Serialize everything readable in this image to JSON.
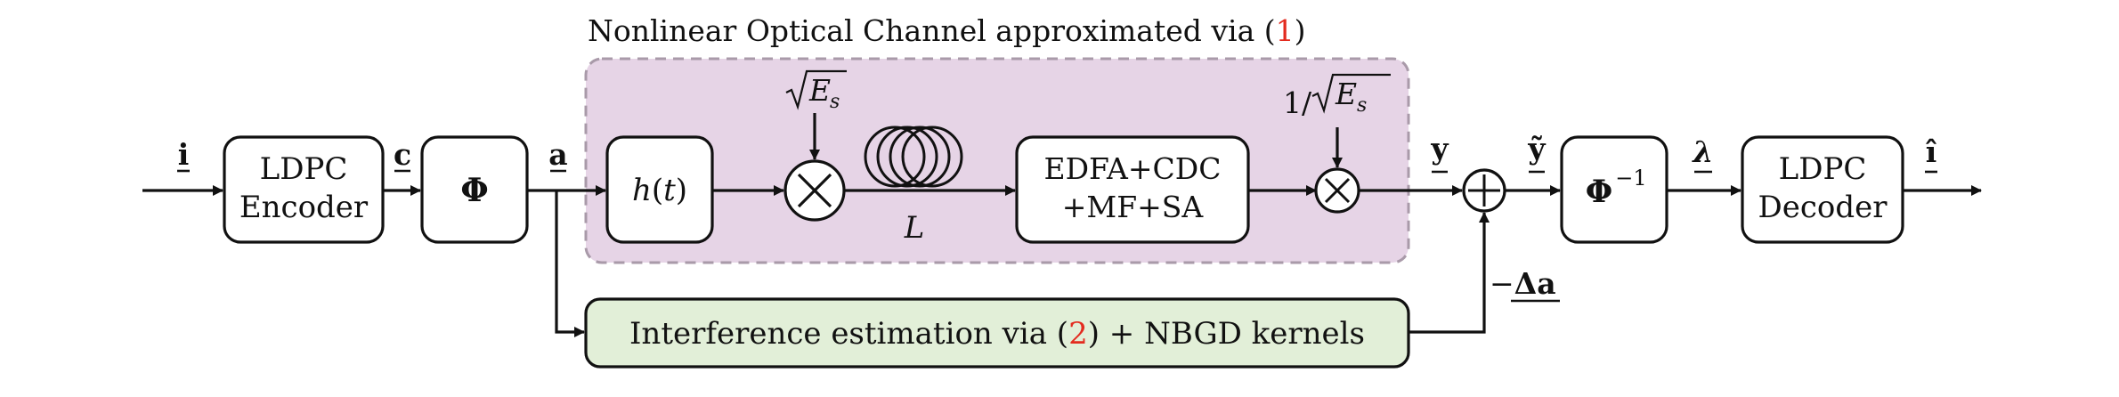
{
  "channel": {
    "title_prefix": "Nonlinear Optical Channel approximated via (",
    "title_ref": "1",
    "title_suffix": ")",
    "fill": "#e6d4e6",
    "border": "#a99aa9"
  },
  "blocks": {
    "encoder": {
      "line1": "LDPC",
      "line2": "Encoder"
    },
    "mapper": {
      "label": "Φ"
    },
    "pulse": {
      "label_fn": "h",
      "label_arg": "t"
    },
    "fiber": {
      "label": "L"
    },
    "edfa": {
      "line1": "EDFA+CDC",
      "line2": "+MF+SA"
    },
    "demapper": {
      "label": "Φ",
      "exp": "−1"
    },
    "decoder": {
      "line1": "LDPC",
      "line2": "Decoder"
    },
    "interference": {
      "prefix": "Interference estimation via (",
      "ref": "2",
      "suffix": ") + NBGD kernels",
      "fill": "#e2efd8"
    }
  },
  "signals": {
    "i": "i",
    "c": "c",
    "a": "a",
    "scale_in": "E",
    "scale_in_sub": "s",
    "scale_out_prefix": "1/",
    "y": "y",
    "y_tilde": "ỹ",
    "lambda": "λ",
    "i_hat": "î",
    "correction_sign": "−",
    "correction_delta": "Δ",
    "correction_var": "a"
  },
  "colors": {
    "reference": "#e32b1f",
    "line": "#111111"
  }
}
